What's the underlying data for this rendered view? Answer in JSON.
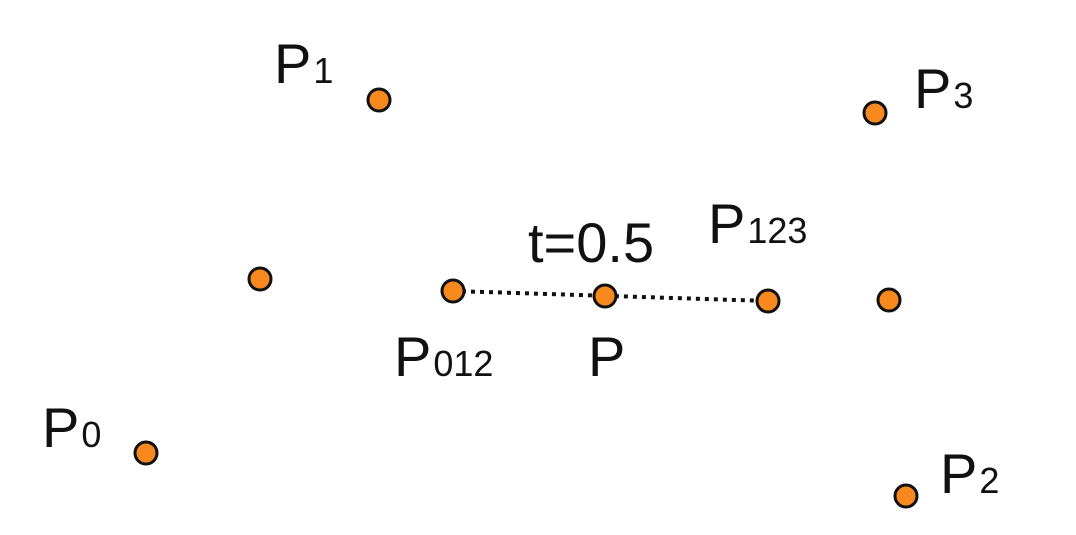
{
  "diagram": {
    "point_color": "#f7891f",
    "param_label": "t=0.5",
    "labels": {
      "p0": {
        "main": "P",
        "sub": "0"
      },
      "p1": {
        "main": "P",
        "sub": "1"
      },
      "p2": {
        "main": "P",
        "sub": "2"
      },
      "p3": {
        "main": "P",
        "sub": "3"
      },
      "p012": {
        "main": "P",
        "sub": "012"
      },
      "p123": {
        "main": "P",
        "sub": "123"
      },
      "p": {
        "main": "P"
      }
    }
  }
}
